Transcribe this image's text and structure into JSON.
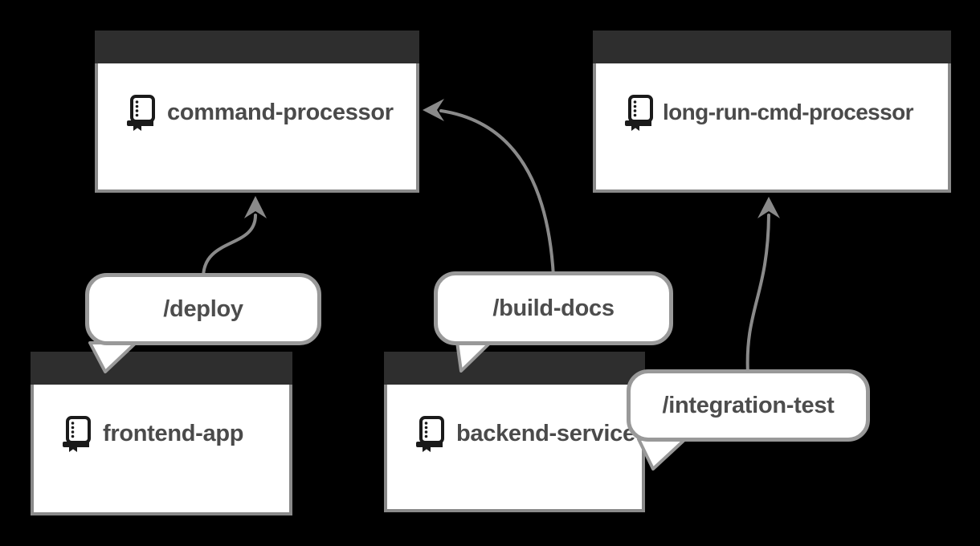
{
  "diagram": {
    "background_color": "#000000",
    "node_header_color": "#2e2e2e",
    "node_border_color": "#8a8a8a",
    "bubble_border_color": "#999999",
    "arrow_color": "#8a8a8a",
    "text_color": "#4a4a4a",
    "repos": [
      {
        "name": "command-processor"
      },
      {
        "name": "long-run-cmd-processor"
      },
      {
        "name": "frontend-app"
      },
      {
        "name": "backend-service"
      }
    ],
    "commands": [
      {
        "label": "/deploy",
        "from": "frontend-app",
        "to": "command-processor"
      },
      {
        "label": "/build-docs",
        "from": "backend-service",
        "to": "command-processor"
      },
      {
        "label": "/integration-test",
        "from": "backend-service",
        "to": "long-run-cmd-processor"
      }
    ]
  }
}
